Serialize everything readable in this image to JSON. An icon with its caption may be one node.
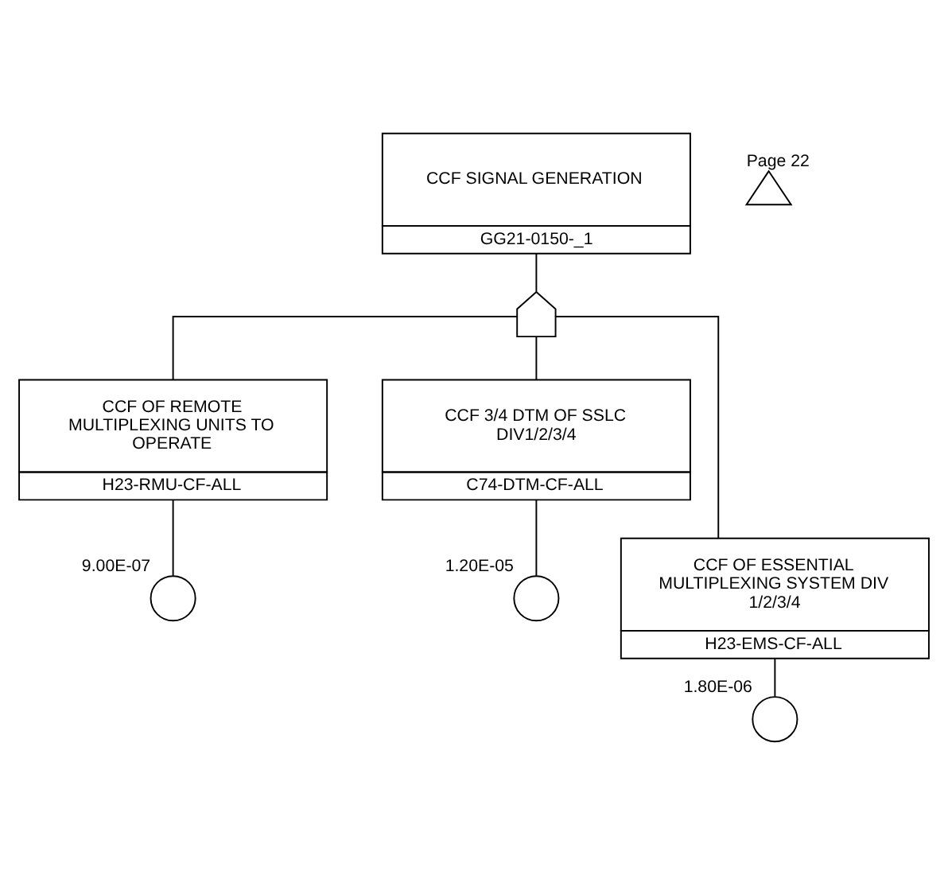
{
  "diagram": {
    "nodes": [
      {
        "text": [
          "CCF SIGNAL GENERATION",
          "GG21-0150-_1"
        ]
      },
      {
        "text": [],
        "shape": "triangle",
        "beside": [
          "Page 22"
        ]
      },
      {
        "text": [],
        "shape": "gate"
      },
      {
        "text": [
          "CCF OF REMOTE MULTIPLEXING UNITS TO OPERATE",
          "H23-RMU-CF-ALL"
        ]
      },
      {
        "text": [],
        "shape": "circle",
        "beside": [
          "9.00E-07"
        ]
      },
      {
        "text": [
          "CCF 3/4 DTM OF SSLC DIV1/2/3/4",
          "C74-DTM-CF-ALL"
        ]
      },
      {
        "text": [],
        "shape": "circle",
        "beside": [
          "1.20E-05"
        ]
      },
      {
        "text": [
          "CCF OF ESSENTIAL MULTIPLEXING SYSTEM DIV 1/2/3/4",
          "H23-EMS-CF-ALL"
        ]
      },
      {
        "text": [],
        "shape": "circle",
        "beside": [
          "1.80E-06"
        ]
      }
    ],
    "edges": [
      {
        "from": 0,
        "to": 2,
        "arrow": "none"
      },
      {
        "from": 2,
        "to": 3,
        "arrow": "none"
      },
      {
        "from": 2,
        "to": 5,
        "arrow": "none"
      },
      {
        "from": 2,
        "to": 7,
        "arrow": "none"
      },
      {
        "from": 3,
        "to": 4,
        "arrow": "none"
      },
      {
        "from": 5,
        "to": 6,
        "arrow": "none"
      },
      {
        "from": 7,
        "to": 8,
        "arrow": "none"
      }
    ]
  }
}
